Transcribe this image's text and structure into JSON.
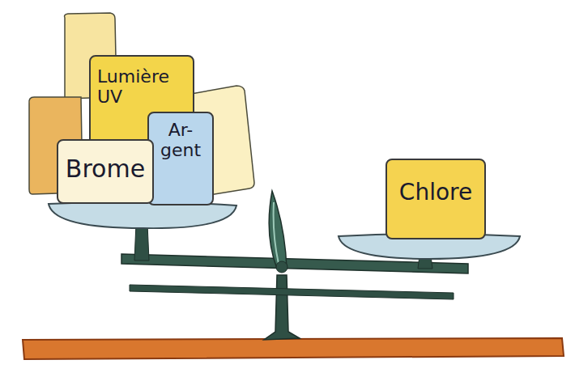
{
  "diagram": {
    "nodes": [
      {
        "text": [
          "Lumière UV"
        ]
      },
      {
        "text": [
          "Ar- gent"
        ]
      },
      {
        "text": [
          "Brome"
        ]
      },
      {
        "text": [
          "Chlore"
        ]
      }
    ]
  }
}
